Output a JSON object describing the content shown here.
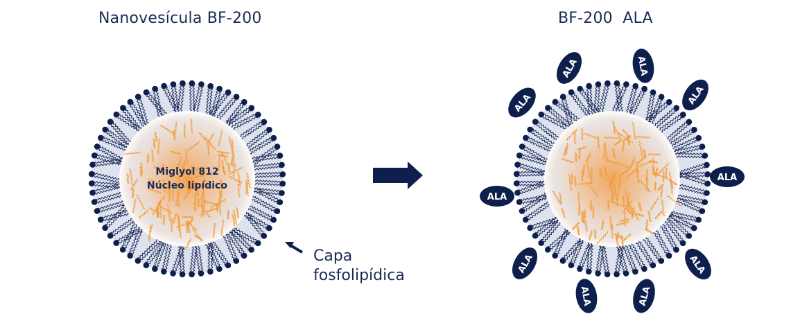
{
  "titles": {
    "left": "Nanovesícula BF-200",
    "right": "BF-200  ALA"
  },
  "left_vesicle": {
    "core_label_line1": "Miglyol 812",
    "core_label_line2": "Núcleo lipídico",
    "callout_line1": "Capa",
    "callout_line2": "fosfolipídica"
  },
  "right_vesicle": {
    "attachment_label": "ALA",
    "attachment_count": 10
  },
  "arrow": {
    "semantic": "right-arrow-icon"
  },
  "colors": {
    "navy": "#0e1f4d",
    "membrane": "#dde2ee",
    "core_orange": "#f59a3c",
    "core_fade": "#fde5cc"
  }
}
